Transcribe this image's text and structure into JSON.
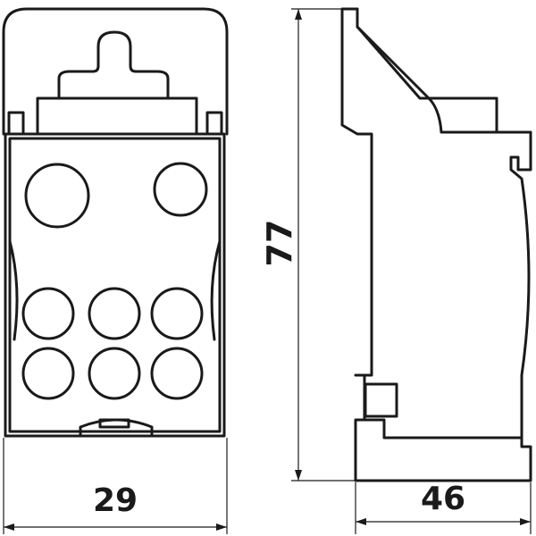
{
  "dimensions": {
    "width_front": "29",
    "height": "77",
    "depth_side": "46"
  },
  "colors": {
    "line": "#1a1a1a",
    "background": "#ffffff"
  }
}
